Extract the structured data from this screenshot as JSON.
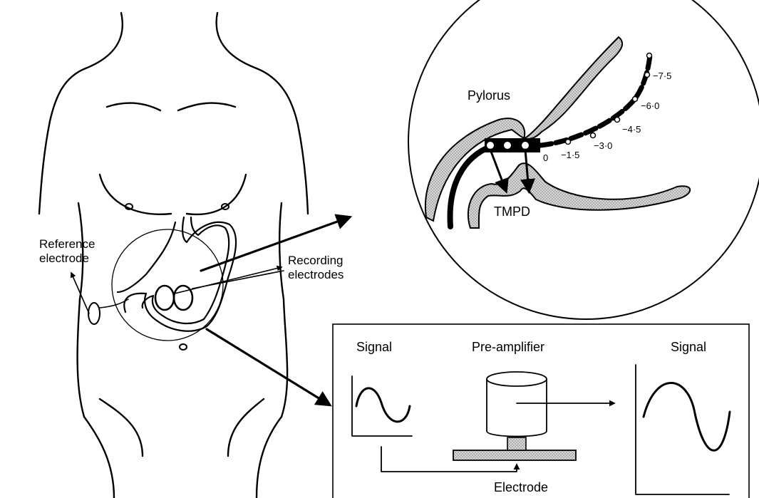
{
  "labels": {
    "reference_electrode_line1": "Reference",
    "reference_electrode_line2": "electrode",
    "recording_electrodes_line1": "Recording",
    "recording_electrodes_line2": "electrodes",
    "pylorus": "Pylorus",
    "tmpd": "TMPD",
    "signal_input": "Signal",
    "pre_amplifier": "Pre-amplifier",
    "signal_output": "Signal",
    "electrode": "Electrode"
  },
  "catheter_marks": [
    "0",
    "−1·5",
    "−3·0",
    "−4·5",
    "−6·0",
    "−7·5"
  ],
  "colors": {
    "ink": "#000000",
    "stipple": "#bdbdbd",
    "background": "#ffffff"
  }
}
